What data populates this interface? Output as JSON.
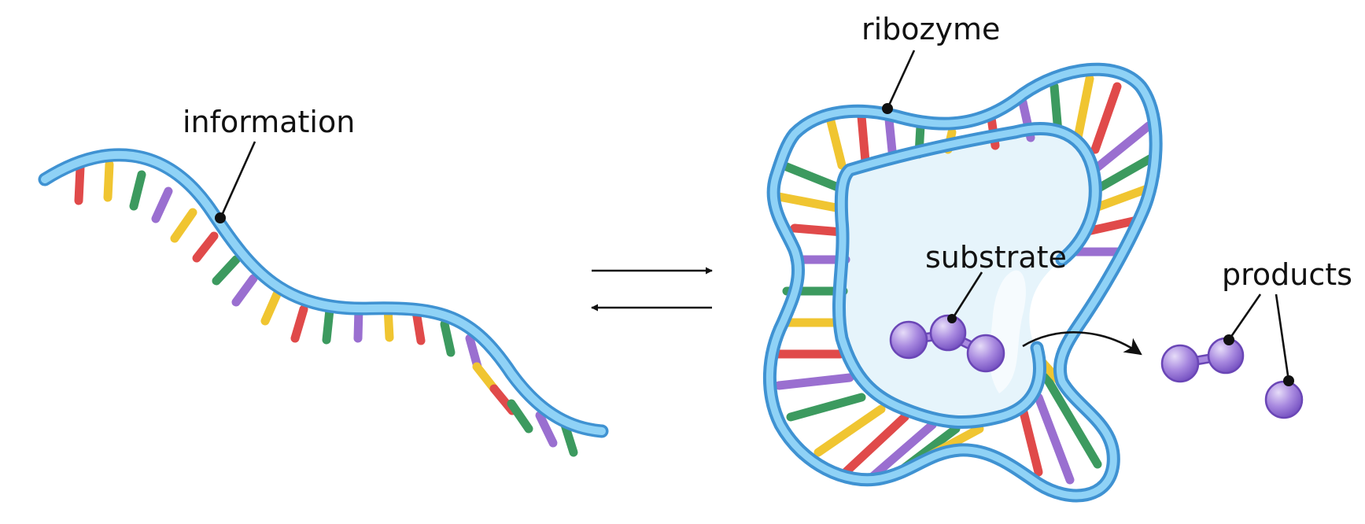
{
  "labels": {
    "information": "information",
    "ribozyme": "ribozyme",
    "substrate": "substrate",
    "products": "products"
  },
  "colors": {
    "backbone_outline": "#3f92d2",
    "backbone_fill": "#8fd2f6",
    "cavity_fill": "#e6f4fb",
    "base_red": "#e04a4a",
    "base_yellow": "#f0c531",
    "base_green": "#3c9a5f",
    "base_purple": "#9a6fd0",
    "molecule_fill": "#a98ae0",
    "molecule_outline": "#6a46b6",
    "text": "#111111"
  }
}
